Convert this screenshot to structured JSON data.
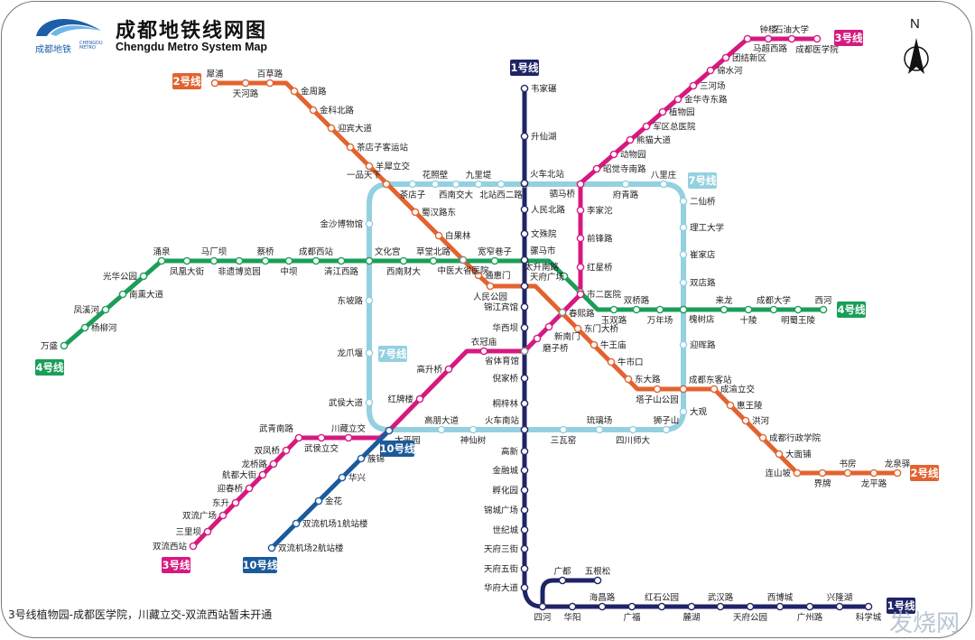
{
  "header": {
    "title": "成都地铁线网图",
    "subtitle": "Chengdu Metro System Map",
    "logo_cn": "成都地铁",
    "logo_en": "CHENGDU METRO"
  },
  "compass_label": "N",
  "note": "3号线植物园-成都医学院，川藏立交-双流西站暂未开通",
  "watermark": "发烧网",
  "lines": {
    "l1": {
      "badge": "1号线",
      "color": "#1f2466",
      "stations": [
        "韦家碾",
        "升仙湖",
        "火车北站",
        "人民北路",
        "文殊院",
        "骡马市",
        "天府广场",
        "锦江宾馆",
        "华西坝",
        "省体育馆",
        "倪家桥",
        "桐梓林",
        "火车南站",
        "高新",
        "金融城",
        "孵化园",
        "锦城广场",
        "世纪城",
        "天府三街",
        "天府五街",
        "华府大道",
        "四河",
        "华阳",
        "海昌路",
        "广福",
        "红石公园",
        "麓湖",
        "武汉路",
        "天府公园",
        "西博城",
        "广州路",
        "兴隆湖",
        "科学城",
        "广都",
        "五根松"
      ]
    },
    "l2": {
      "badge": "2号线",
      "color": "#e2632f",
      "stations": [
        "犀浦",
        "天河路",
        "百草路",
        "金周路",
        "金科北路",
        "迎宾大道",
        "茶店子客运站",
        "羊犀立交",
        "一品天下",
        "蜀汉路东",
        "白果林",
        "中医大省医院",
        "通惠门",
        "人民公园",
        "天府广场",
        "春熙路",
        "东门大桥",
        "牛王庙",
        "牛市口",
        "东大路",
        "塔子山公园",
        "成都东客站",
        "成渝立交",
        "惠王陵",
        "洪河",
        "成都行政学院",
        "大面铺",
        "连山坡",
        "界牌",
        "书房",
        "龙平路",
        "龙泉驿"
      ]
    },
    "l3": {
      "badge": "3号线",
      "color": "#d6197f",
      "stations": [
        "成都医学院",
        "石油大学",
        "钟楼",
        "马超西路",
        "团结新区",
        "锦水河",
        "三河场",
        "金华寺东路",
        "植物园",
        "军区总医院",
        "熊猫大道",
        "动物园",
        "昭觉寺南路",
        "驷马桥",
        "李家沱",
        "前锋路",
        "红星桥",
        "市二医院",
        "春熙路",
        "新南门",
        "磨子桥",
        "省体育馆",
        "衣冠庙",
        "高升桥",
        "红牌楼",
        "太平园",
        "川藏立交",
        "武侯立交",
        "武青南路",
        "双凤桥",
        "龙桥路",
        "航都大街",
        "迎春桥",
        "东升",
        "双流广场",
        "三里坝",
        "双流西站"
      ]
    },
    "l4": {
      "badge": "4号线",
      "color": "#1a9e58",
      "stations": [
        "万盛",
        "杨柳河",
        "凤溪河",
        "南熏大道",
        "光华公园",
        "涌泉",
        "凤凰大街",
        "马厂坝",
        "非遗博览园",
        "蔡桥",
        "中坝",
        "成都西站",
        "清江西路",
        "文化宫",
        "西南财大",
        "草堂北路",
        "中医大省医院",
        "宽窄巷子",
        "骡马市",
        "太升南路",
        "市二医院",
        "玉双路",
        "双桥路",
        "万年场",
        "槐树店",
        "来龙",
        "十陵",
        "成都大学",
        "明蜀王陵",
        "西河"
      ]
    },
    "l7": {
      "badge": "7号线",
      "color": "#94d0e0",
      "stations": [
        "一品天下",
        "茶店子",
        "花照壁",
        "西南交大",
        "九里堤",
        "北站西二路",
        "火车北站",
        "驷马桥",
        "府青路",
        "八里庄",
        "二仙桥",
        "理工大学",
        "崔家店",
        "双店路",
        "槐树店",
        "迎晖路",
        "成都东客站",
        "大观",
        "狮子山",
        "四川师大",
        "琉璃场",
        "三瓦窑",
        "火车南站",
        "神仙树",
        "高朋大道",
        "太平园",
        "武侯大道",
        "龙爪堰",
        "东坡路",
        "文化宫",
        "金沙博物馆"
      ]
    },
    "l10": {
      "badge": "10号线",
      "color": "#1b5a9b",
      "stations": [
        "太平园",
        "簇锦",
        "华兴",
        "金花",
        "双流机场1航站楼",
        "双流机场2航站楼"
      ]
    }
  }
}
